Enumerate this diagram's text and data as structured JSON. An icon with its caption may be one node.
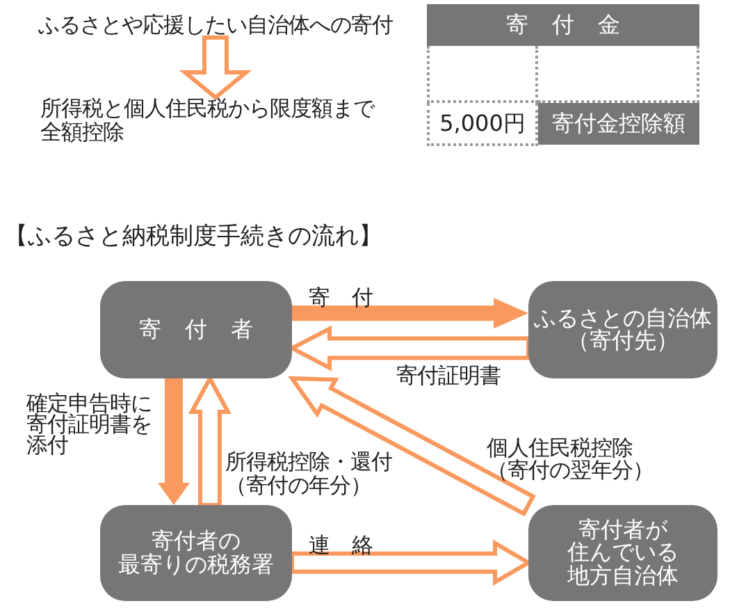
{
  "diagram": {
    "title": "【ふるさと納税制度手続きの流れ】",
    "nodes": [
      {
        "text": [
          "ふるさとや応援したい自治体への寄付"
        ]
      },
      {
        "text": [
          "所得税と個人住民税から限度額まで全額控除"
        ]
      },
      {
        "text": [
          "寄付者"
        ]
      },
      {
        "text": [
          "ふるさとの自治体（寄付先）"
        ]
      },
      {
        "text": [
          "寄付者の最寄りの税務署"
        ]
      },
      {
        "text": [
          "寄付者が住んでいる地方自治体"
        ]
      }
    ],
    "edges": [
      {
        "from": 0,
        "to": 1,
        "arrow": "to"
      },
      {
        "from": 2,
        "to": 3,
        "arrow": "to",
        "label": "寄付",
        "style": "thick"
      },
      {
        "from": 3,
        "to": 2,
        "arrow": "to",
        "label": "寄付証明書"
      },
      {
        "from": 2,
        "to": 4,
        "arrow": "to",
        "label": "確定申告時に寄付証明書を添付",
        "style": "thick"
      },
      {
        "from": 4,
        "to": 2,
        "arrow": "to",
        "label": "所得税控除・還付（寄付の年分）"
      },
      {
        "from": 5,
        "to": 2,
        "arrow": "to",
        "label": "個人住民税控除（寄付の翌年分）"
      },
      {
        "from": 4,
        "to": 5,
        "arrow": "to",
        "label": "連絡"
      }
    ],
    "labels": [
      "寄付金",
      "5,000円",
      "寄付金控除額"
    ]
  }
}
